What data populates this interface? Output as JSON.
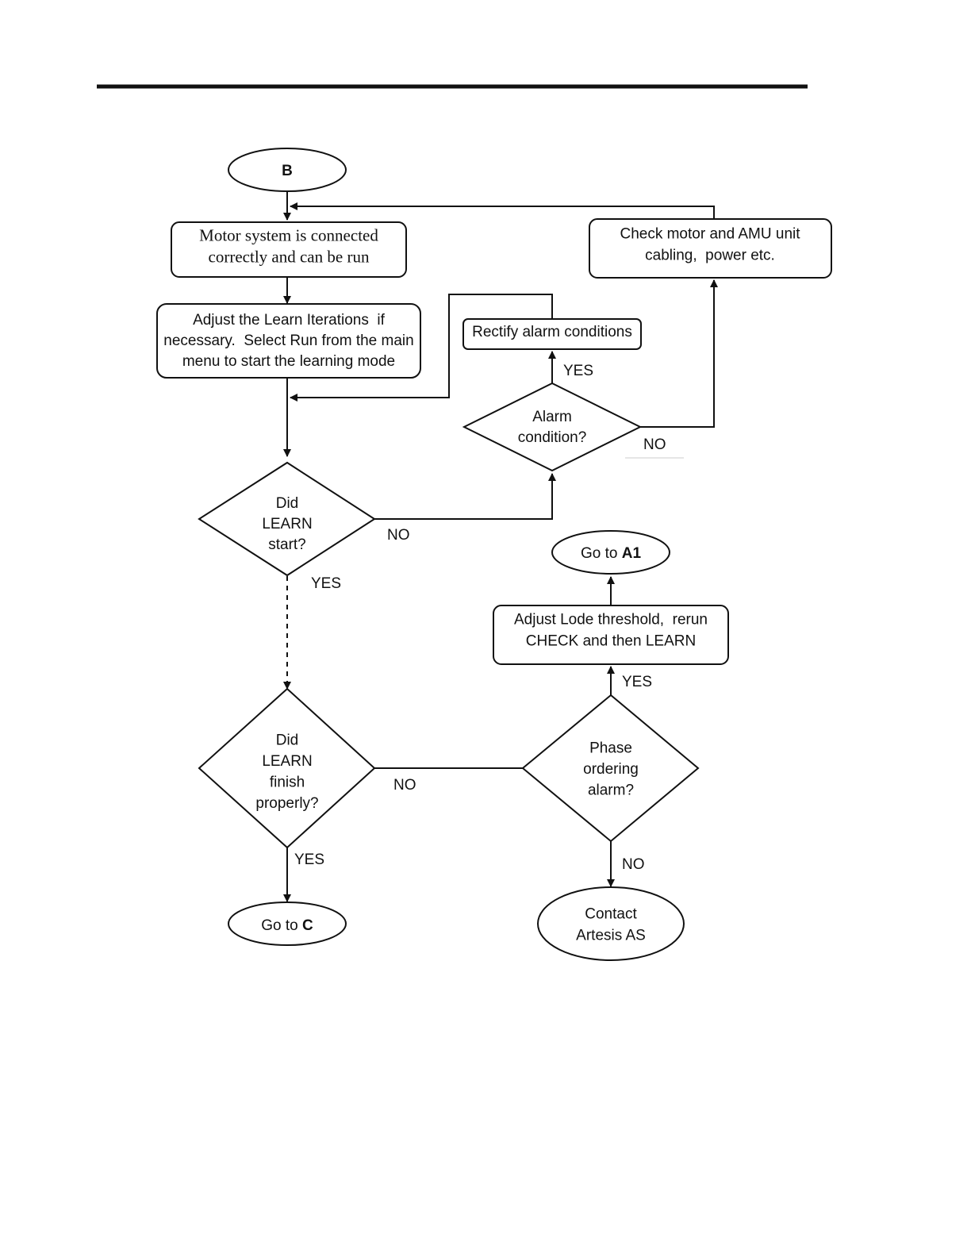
{
  "colors": {
    "terminal_fill": "#ccffcc",
    "process_fill": "#ccffff",
    "start_process_fill": "#99ccff",
    "decision_fill": "#ffff99",
    "stroke": "#111111"
  },
  "nodes": {
    "start_b": {
      "label": "B"
    },
    "motor_connected": {
      "lines": [
        "Motor system is connected",
        "correctly and can be run"
      ]
    },
    "adjust_learn": {
      "lines": [
        "Adjust the Learn Iterations  if",
        "necessary.  Select Run from the main",
        "menu to start the learning mode"
      ]
    },
    "check_motor": {
      "lines": [
        "Check motor and AMU unit",
        "cabling,  power etc."
      ]
    },
    "rectify_alarm": {
      "lines": [
        "Rectify alarm conditions"
      ]
    },
    "alarm_condition": {
      "lines": [
        "Alarm",
        "condition?"
      ]
    },
    "did_learn_start": {
      "lines": [
        "Did",
        "LEARN",
        "start?"
      ]
    },
    "goto_a1": {
      "prefix": "Go to ",
      "bold": "A1"
    },
    "adjust_lode": {
      "lines": [
        "Adjust Lode threshold,  rerun",
        "CHECK and then LEARN"
      ]
    },
    "did_learn_finish": {
      "lines": [
        "Did",
        "LEARN",
        "finish",
        "properly?"
      ]
    },
    "phase_ordering": {
      "lines": [
        "Phase",
        "ordering",
        "alarm?"
      ]
    },
    "goto_c": {
      "prefix": "Go to ",
      "bold": "C"
    },
    "contact_artesis": {
      "lines": [
        "Contact",
        "Artesis AS"
      ]
    }
  },
  "edge_labels": {
    "alarm_yes": "YES",
    "alarm_no": "NO",
    "start_no": "NO",
    "start_yes": "YES",
    "phase_yes": "YES",
    "finish_no": "NO",
    "finish_yes": "YES",
    "phase_no": "NO"
  }
}
